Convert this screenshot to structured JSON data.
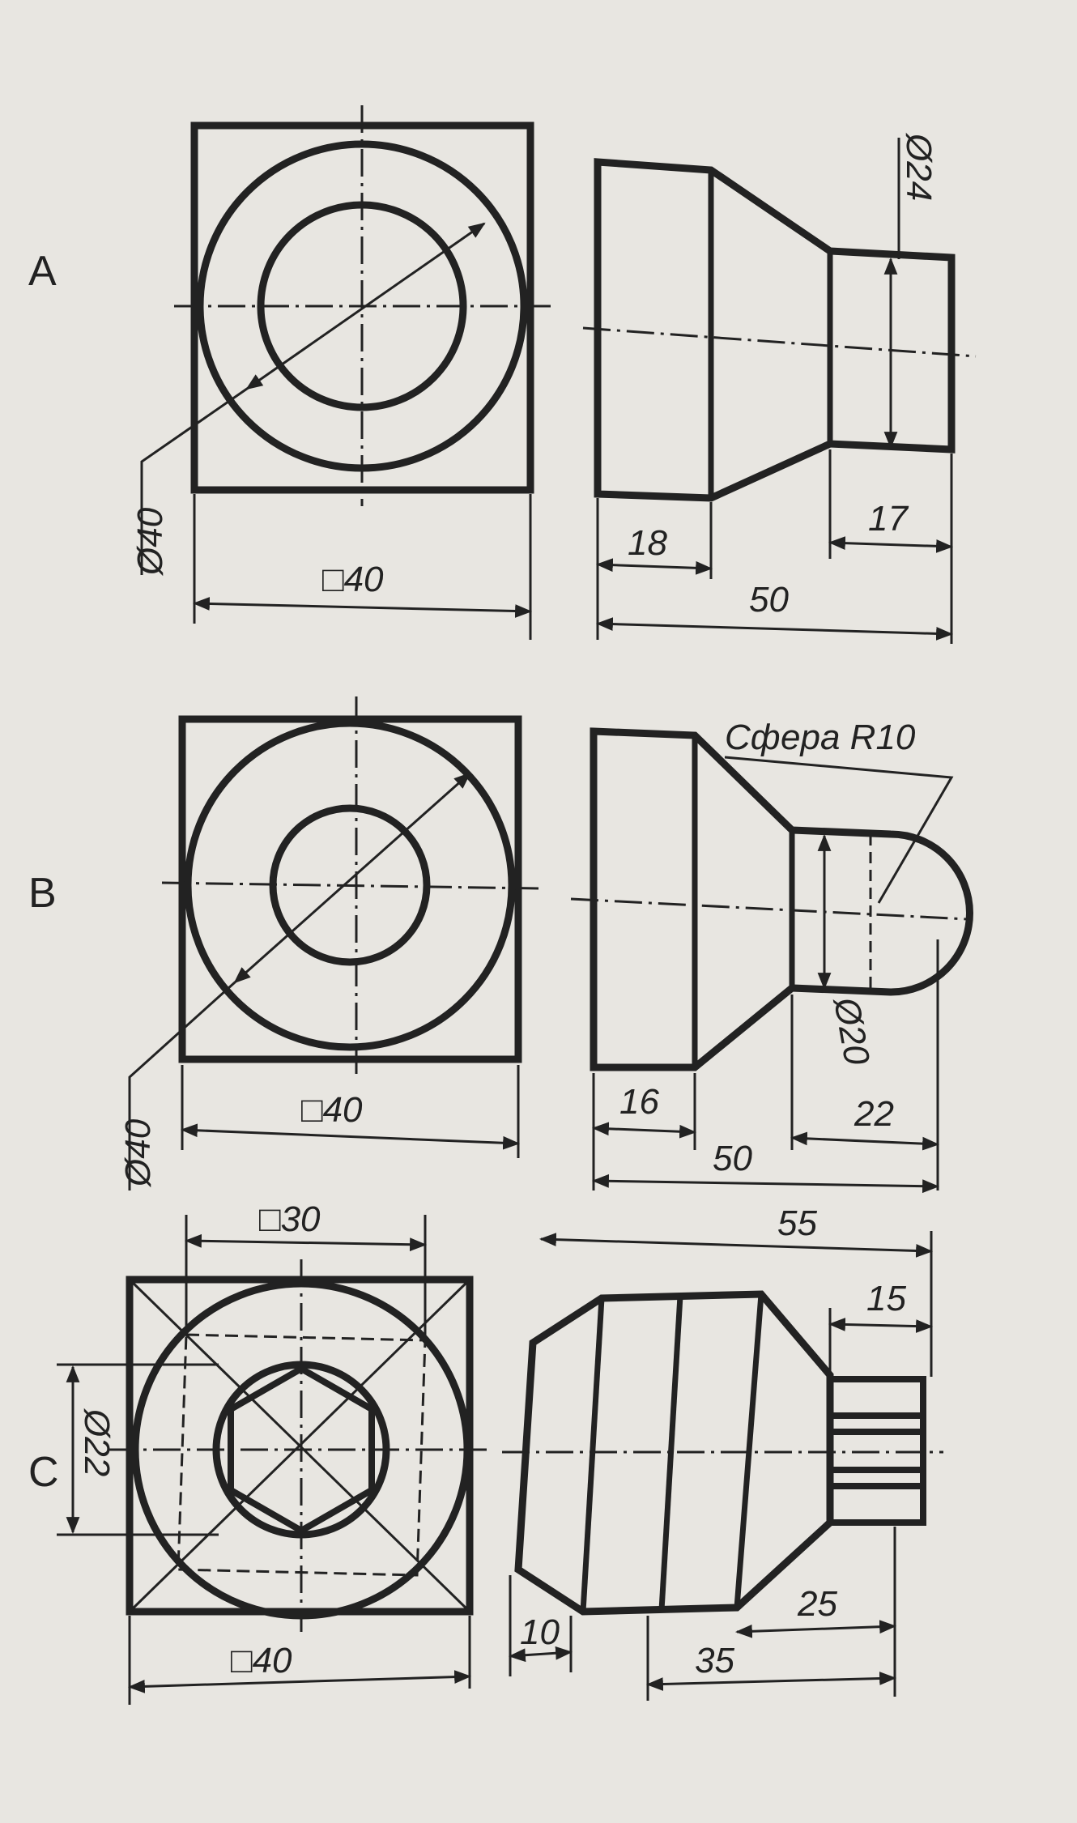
{
  "variants": [
    {
      "label": "A",
      "front": {
        "circle_dim": "Ø40",
        "square_dim": "□40"
      },
      "side": {
        "diameter_dim": "Ø24",
        "dim_left": "18",
        "dim_overall": "50",
        "dim_right": "17"
      }
    },
    {
      "label": "B",
      "front": {
        "circle_dim": "Ø40",
        "square_dim": "□40"
      },
      "side": {
        "sphere_note": "Сфера R10",
        "diameter_dim": "Ø20",
        "dim_left": "16",
        "dim_overall": "50",
        "dim_right": "22"
      }
    },
    {
      "label": "C",
      "front": {
        "inner_square_dim": "□30",
        "diameter_dim": "Ø22",
        "square_dim": "□40"
      },
      "side": {
        "dim_overall": "55",
        "dim_right": "15",
        "dim_left": "10",
        "dim_middle": "35",
        "dim_right_long": "25"
      }
    }
  ],
  "colors": {
    "paper": "#e8e6e1",
    "ink": "#222222"
  }
}
